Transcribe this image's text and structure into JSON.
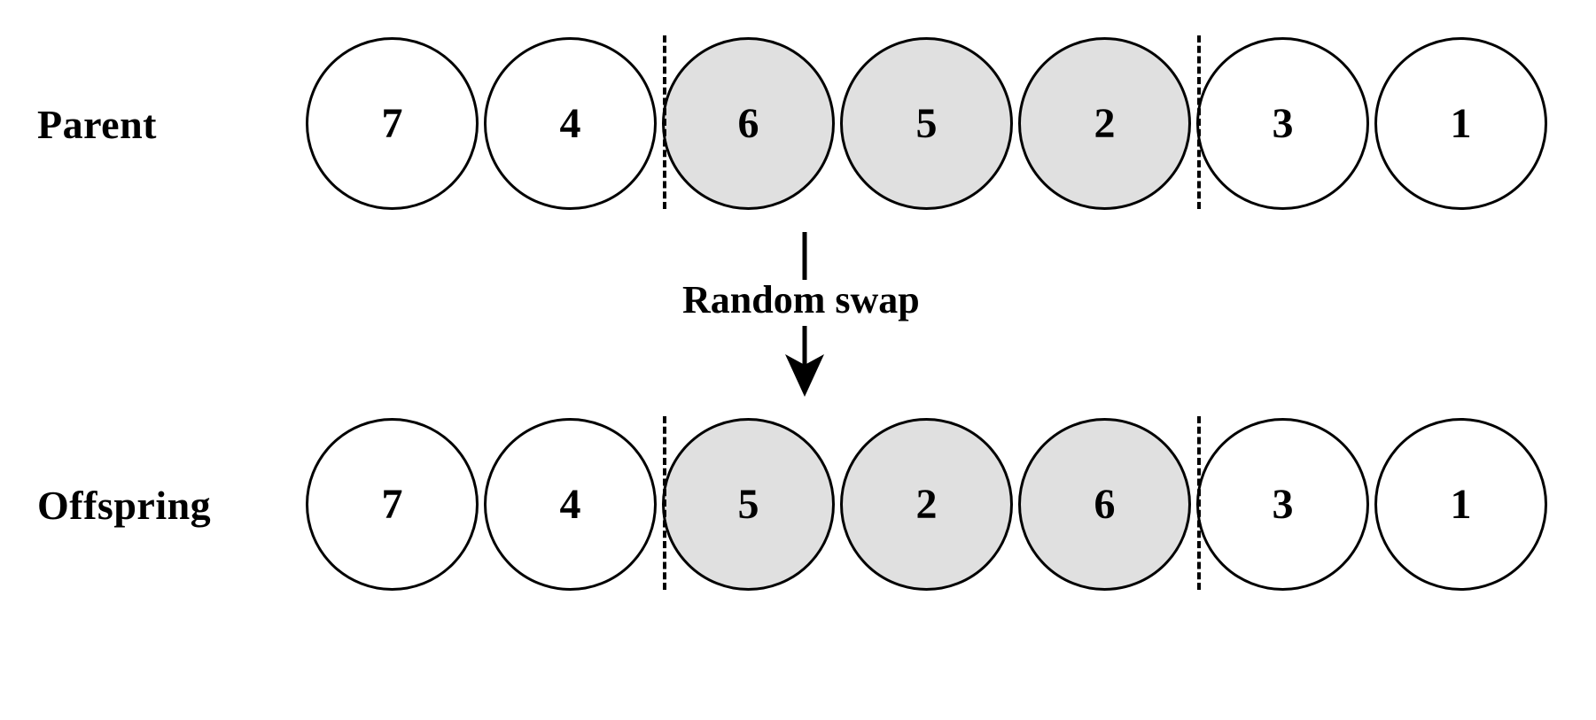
{
  "diagram": {
    "title_implied": "Random swap mutation operator",
    "rows": [
      {
        "id": "parent",
        "label": "Parent",
        "genes": [
          {
            "value": "7",
            "shaded": false
          },
          {
            "value": "4",
            "shaded": false
          },
          {
            "value": "6",
            "shaded": true
          },
          {
            "value": "5",
            "shaded": true
          },
          {
            "value": "2",
            "shaded": true
          },
          {
            "value": "3",
            "shaded": false
          },
          {
            "value": "1",
            "shaded": false
          }
        ],
        "cut_points_after_index": [
          1,
          4
        ]
      },
      {
        "id": "offspring",
        "label": "Offspring",
        "genes": [
          {
            "value": "7",
            "shaded": false
          },
          {
            "value": "4",
            "shaded": false
          },
          {
            "value": "5",
            "shaded": true
          },
          {
            "value": "2",
            "shaded": true
          },
          {
            "value": "6",
            "shaded": true
          },
          {
            "value": "3",
            "shaded": false
          },
          {
            "value": "1",
            "shaded": false
          }
        ],
        "cut_points_after_index": [
          1,
          4
        ]
      }
    ],
    "operator": {
      "label": "Random swap",
      "arrow_direction": "down"
    },
    "colors": {
      "stroke": "#000000",
      "shaded_fill": "#e0e0e0",
      "plain_fill": "#ffffff",
      "background": "#ffffff",
      "text": "#000000"
    }
  }
}
